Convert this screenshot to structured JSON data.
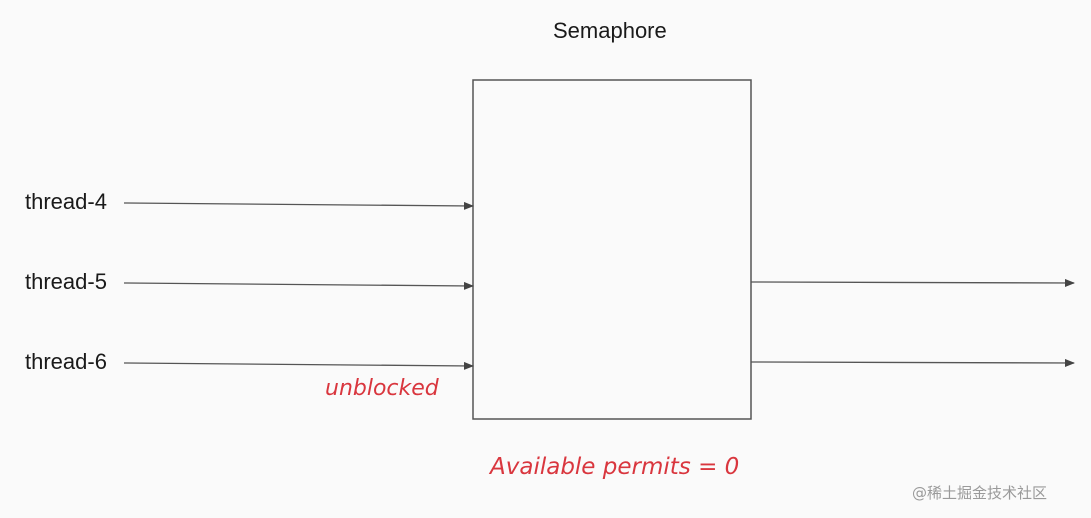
{
  "diagram": {
    "title": "Semaphore",
    "threads": [
      "thread-4",
      "thread-5",
      "thread-6"
    ],
    "annotation": "unblocked",
    "permits_text": "Available permits = 0",
    "accent_color": "#d9363e"
  },
  "watermark": "@稀土掘金技术社区"
}
